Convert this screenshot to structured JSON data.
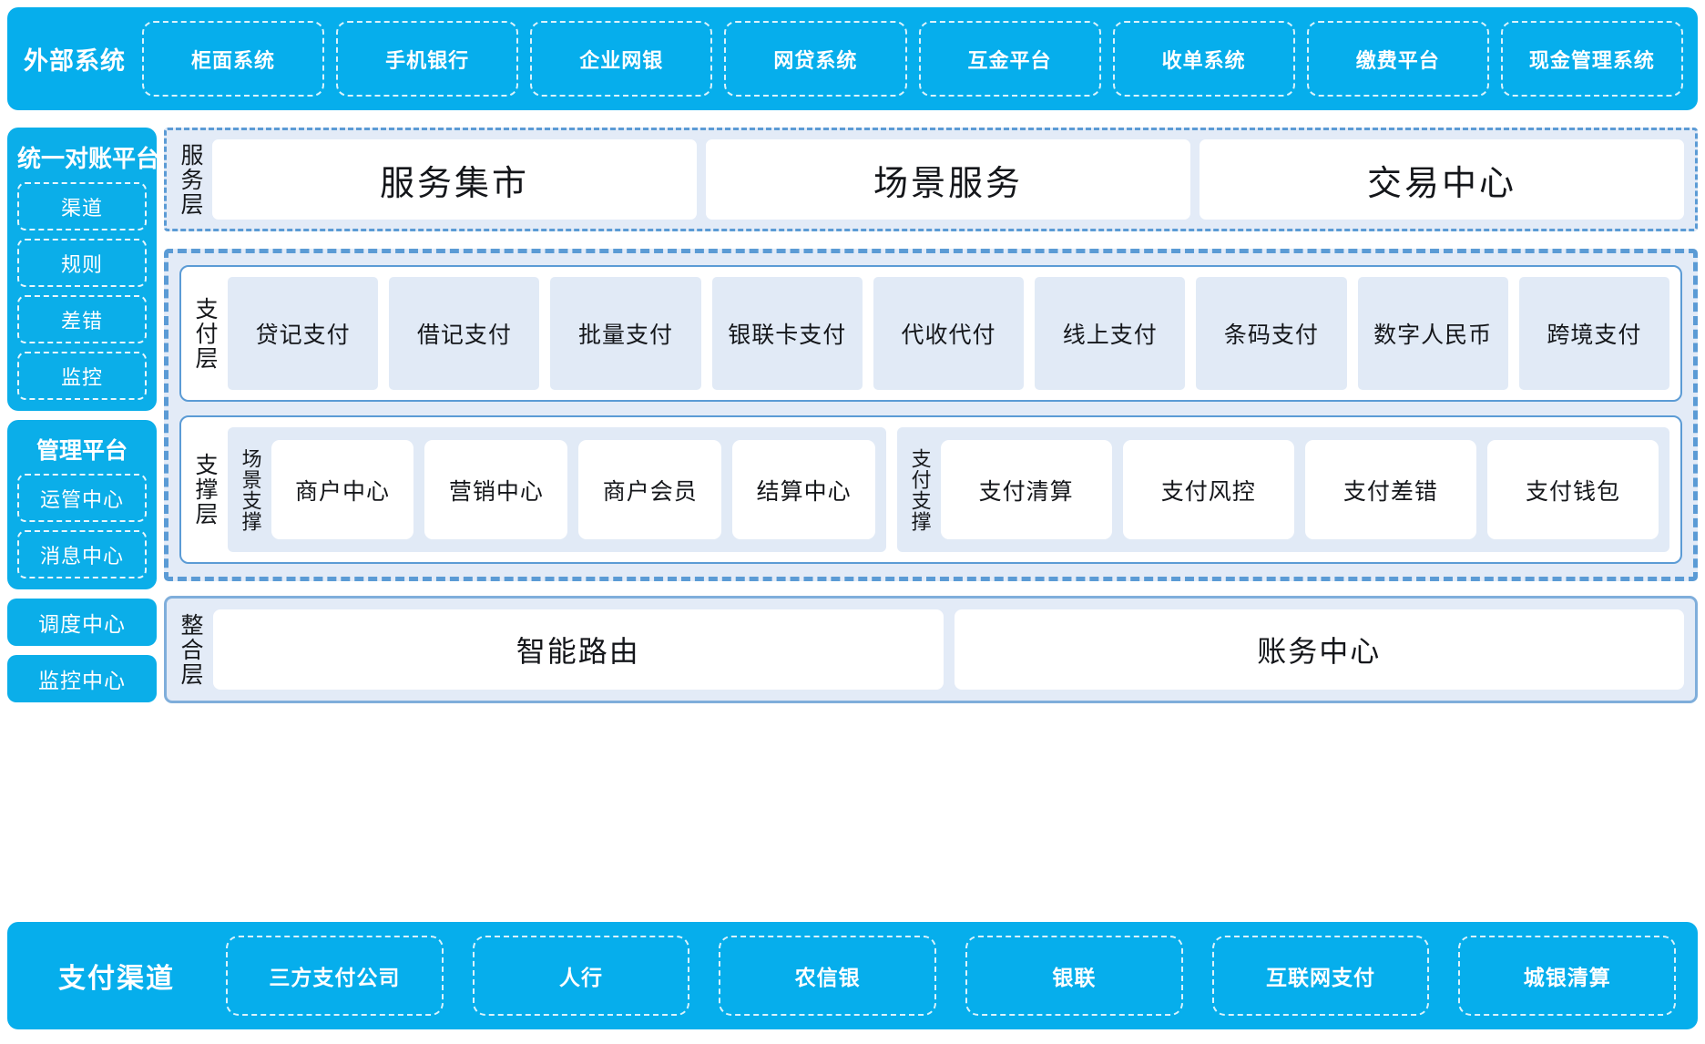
{
  "colors": {
    "brand_cyan": "#06AEEC",
    "panel_blue": "#E3EBF7",
    "cell_blue": "#E1EAF6",
    "dash_border": "#5B9BD5",
    "card_white": "#FFFFFF"
  },
  "external_systems": {
    "title": "外部系统",
    "items": [
      "柜面系统",
      "手机银行",
      "企业网银",
      "网贷系统",
      "互金平台",
      "收单系统",
      "缴费平台",
      "现金管理系统"
    ]
  },
  "sidebar": {
    "reconciliation": {
      "title": "统一对账平台",
      "items": [
        "渠道",
        "规则",
        "差错",
        "监控"
      ]
    },
    "management": {
      "title": "管理平台",
      "items": [
        "运管中心",
        "消息中心"
      ]
    },
    "standalone": [
      "调度中心",
      "监控中心"
    ]
  },
  "service_layer": {
    "label": "服务层",
    "items": [
      "服务集市",
      "场景服务",
      "交易中心"
    ]
  },
  "payment_layer": {
    "label": "支付层",
    "items": [
      "贷记支付",
      "借记支付",
      "批量支付",
      "银联卡支付",
      "代收代付",
      "线上支付",
      "条码支付",
      "数字人民币",
      "跨境支付"
    ]
  },
  "support_layer": {
    "label": "支撑层",
    "groups": [
      {
        "label": "场景支撑",
        "items": [
          "商户中心",
          "营销中心",
          "商户会员",
          "结算中心"
        ]
      },
      {
        "label": "支付支撑",
        "items": [
          "支付清算",
          "支付风控",
          "支付差错",
          "支付钱包"
        ]
      }
    ]
  },
  "integration_layer": {
    "label": "整合层",
    "items": [
      "智能路由",
      "账务中心"
    ]
  },
  "payment_channels": {
    "title": "支付渠道",
    "items": [
      "三方支付公司",
      "人行",
      "农信银",
      "银联",
      "互联网支付",
      "城银清算"
    ]
  }
}
